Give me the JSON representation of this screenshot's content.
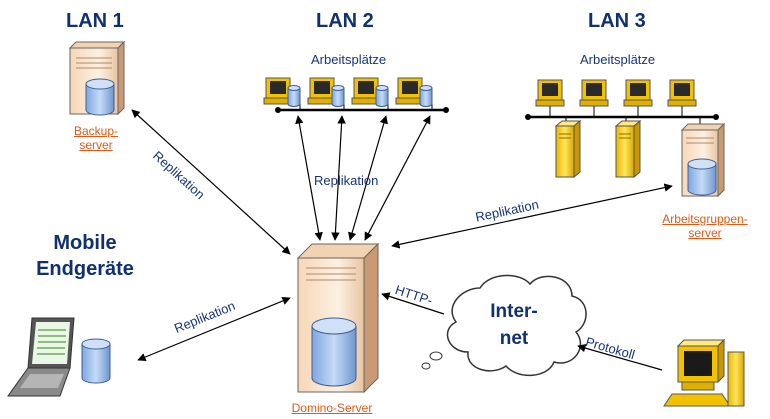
{
  "lans": {
    "lan1": "LAN 1",
    "lan2": "LAN 2",
    "lan3": "LAN 3"
  },
  "workstations": {
    "lan2_label": "Arbeitsplätze",
    "lan3_label": "Arbeitsplätze"
  },
  "servers": {
    "backup_line1": "Backup-",
    "backup_line2": "server",
    "workgroup_line1": "Arbeitsgruppen-",
    "workgroup_line2": "server",
    "domino": "Domino-Server"
  },
  "mobile": {
    "line1": "Mobile",
    "line2": "Endgeräte"
  },
  "internet": {
    "line1": "Inter-",
    "line2": "net"
  },
  "links": {
    "replication_backup": "Replikation",
    "replication_lan2": "Replikation",
    "replication_lan3": "Replikation",
    "replication_mobile": "Replikation",
    "http": "HTTP-",
    "protokoll": "Protokoll"
  },
  "colors": {
    "heading": "#10306e",
    "label": "#16347a",
    "server_link": "#e05a16",
    "monitor": "#f2c200",
    "tower": "#f5d400",
    "server_body": "#fde8d4",
    "cylinder": "#a9c6ef"
  }
}
